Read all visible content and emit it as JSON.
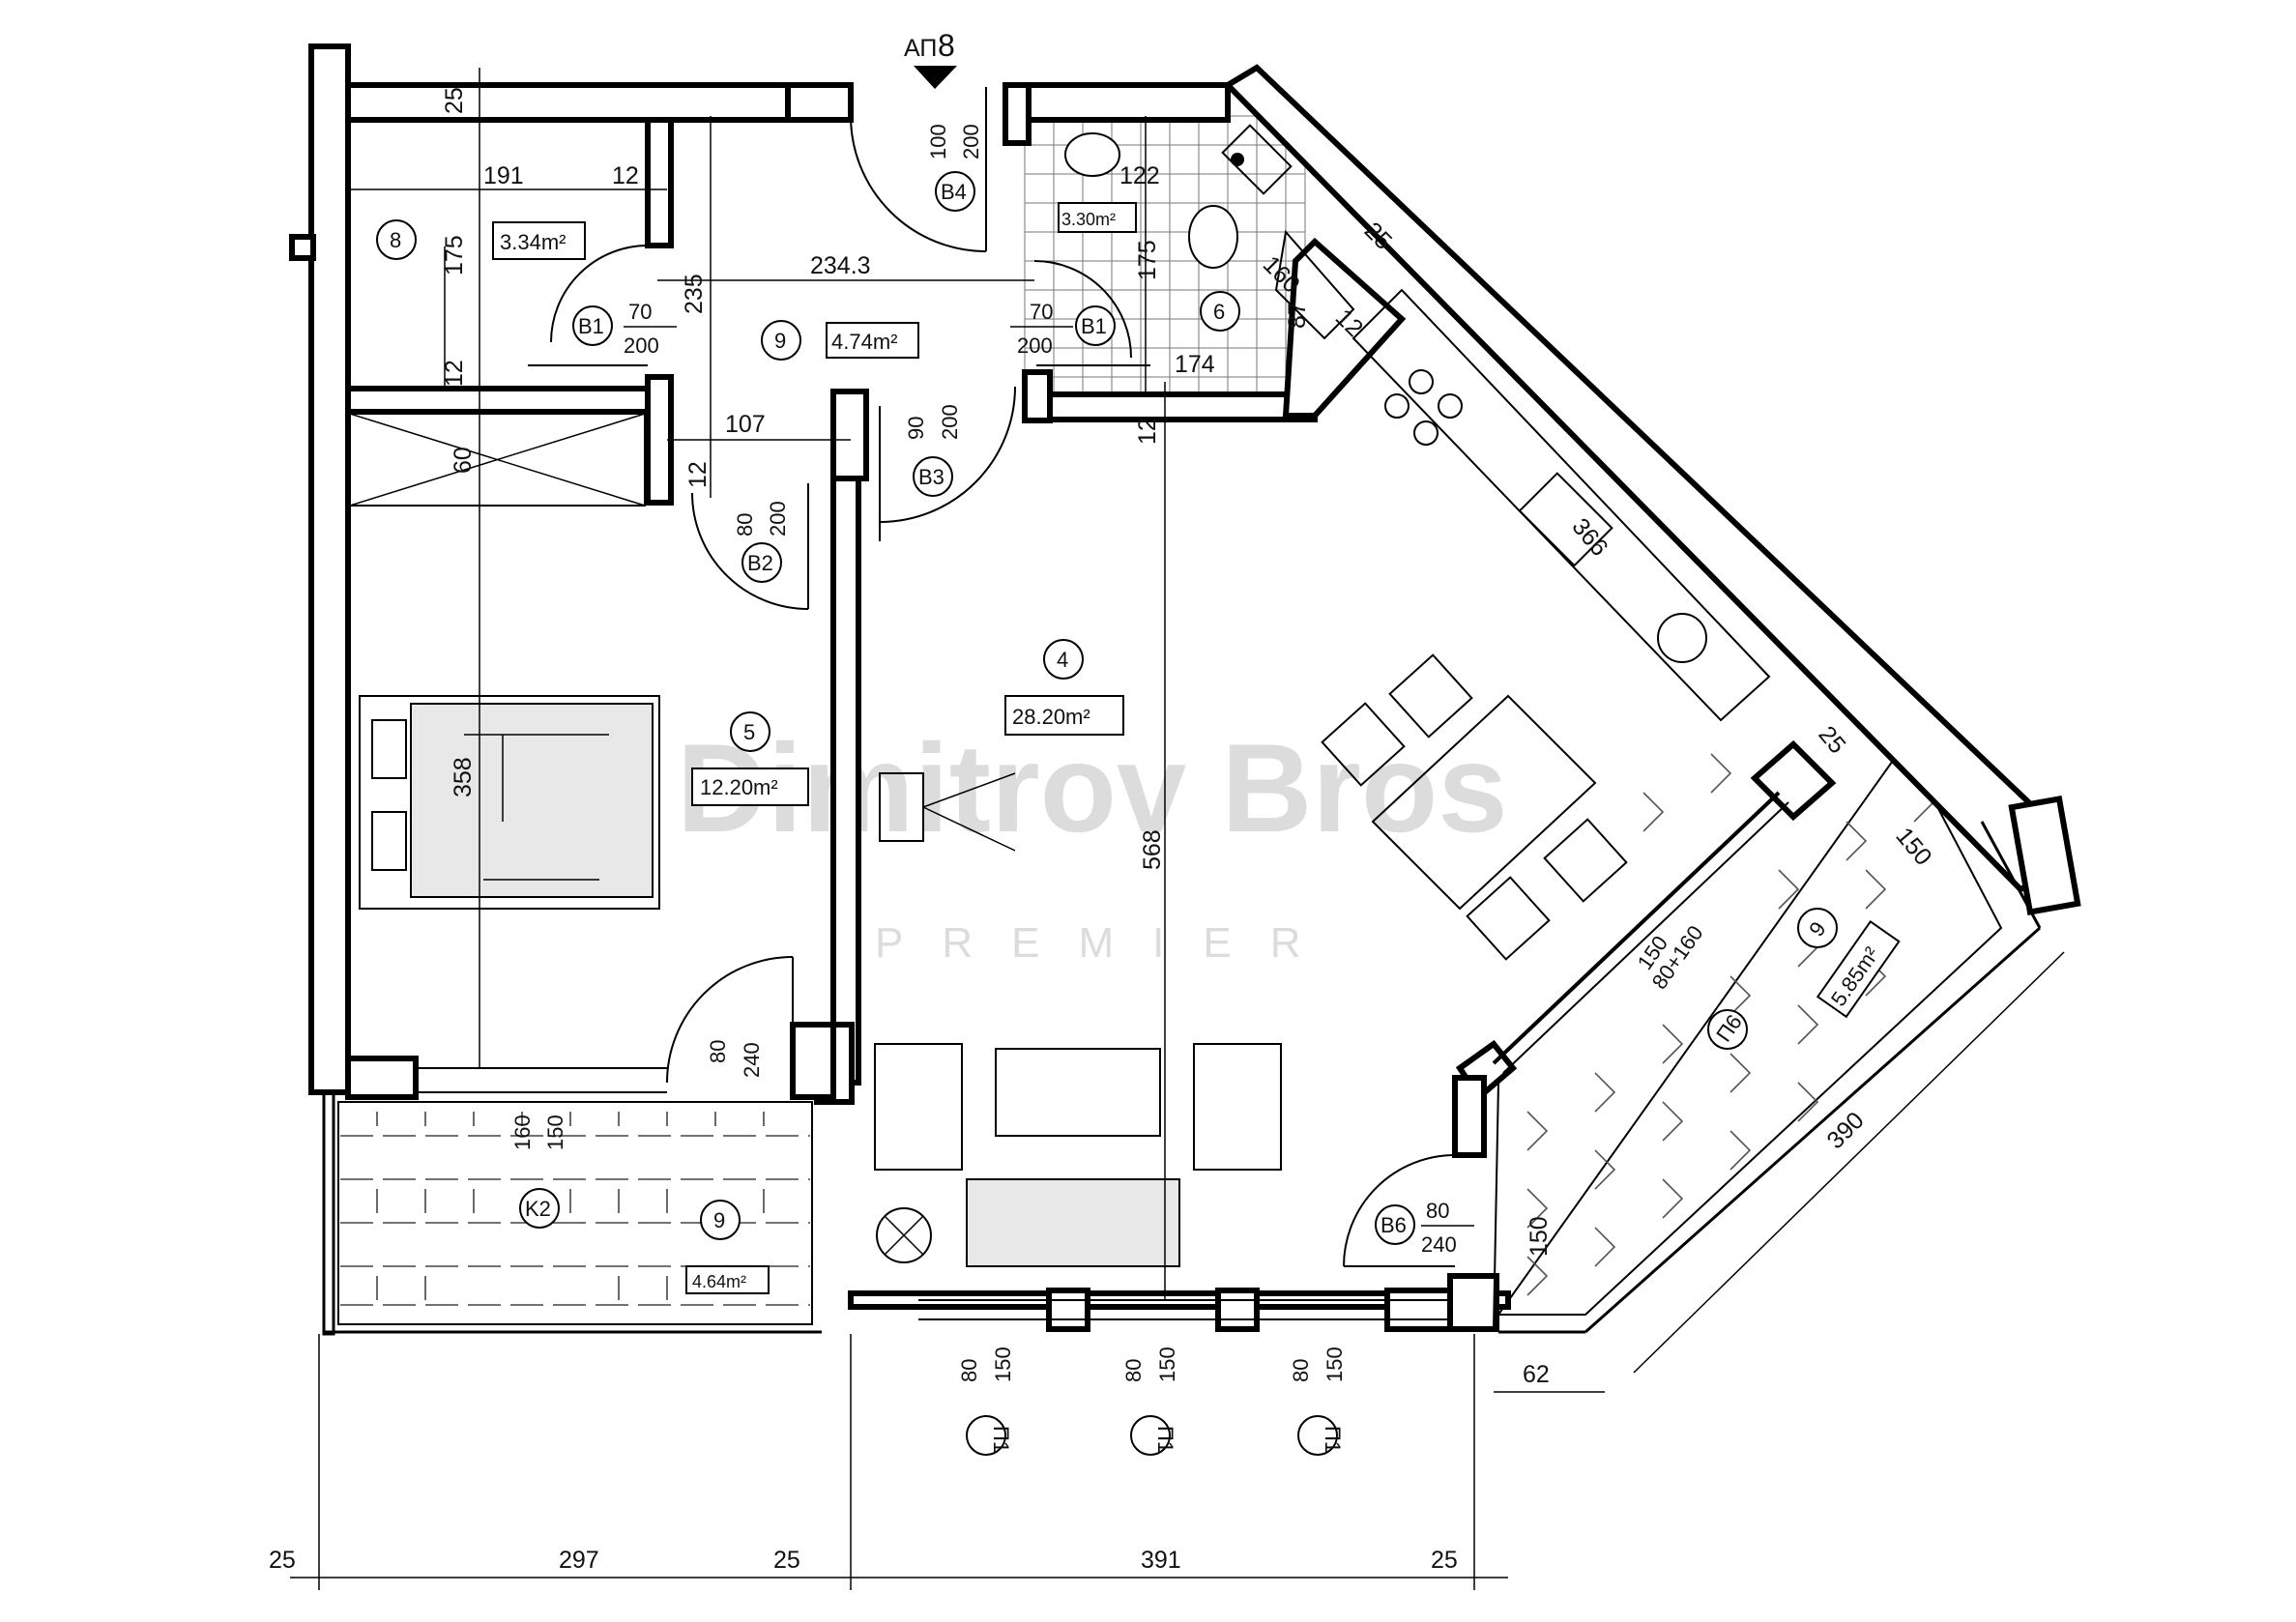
{
  "apartment": {
    "prefix": "АП",
    "number": "8"
  },
  "watermark": {
    "main": "Dimitrov Bros",
    "sub": "PREMIER"
  },
  "rooms": {
    "wc_small": {
      "number": "8",
      "area": "3.34m²"
    },
    "hall": {
      "number": "9",
      "area": "4.74m²"
    },
    "bath": {
      "number": "6",
      "area": "3.30m²"
    },
    "living": {
      "number": "4",
      "area": "28.20m²"
    },
    "bedroom": {
      "number": "5",
      "area": "12.20m²"
    },
    "terrace_left": {
      "number": "9",
      "area": "4.64m²"
    },
    "terrace_right": {
      "number": "9",
      "area": "5.85m²"
    }
  },
  "doors": {
    "b1_left": {
      "tag": "B1",
      "w": "70",
      "h": "200"
    },
    "b1_right": {
      "tag": "B1",
      "w": "70",
      "h": "200"
    },
    "b2": {
      "tag": "B2",
      "w": "80",
      "h": "200"
    },
    "b3": {
      "tag": "B3",
      "w": "90",
      "h": "200"
    },
    "b4": {
      "tag": "B4",
      "w": "100",
      "h": "200"
    },
    "b6": {
      "tag": "B6",
      "w": "80",
      "h": "240"
    },
    "bedroom_balcony": {
      "w": "80",
      "h": "240"
    },
    "k2": {
      "tag": "K2",
      "w": "160",
      "h": "150"
    },
    "p6": {
      "tag": "П6",
      "spec": "80+160",
      "h": "150"
    }
  },
  "windows": [
    {
      "tag": "П1",
      "w": "80",
      "h": "150"
    },
    {
      "tag": "П1",
      "w": "80",
      "h": "150"
    },
    {
      "tag": "П1",
      "w": "80",
      "h": "150"
    }
  ],
  "dimensions": {
    "top_25": "25",
    "d191": "191",
    "d12a": "12",
    "d175": "175",
    "d12b": "12",
    "d235": "235",
    "d234_3": "234.3",
    "d122": "122",
    "d175b": "175",
    "d160": "160",
    "d87": "87",
    "d12c": "12",
    "d174": "174",
    "d25r": "25",
    "d107": "107",
    "d12d": "12",
    "d12e": "12",
    "d60": "60",
    "d358": "358",
    "d568": "568",
    "d366": "366",
    "d25s": "25",
    "d150a": "150",
    "d150b": "150",
    "d390": "390",
    "d62": "62",
    "bottom": [
      "25",
      "297",
      "25",
      "391",
      "25"
    ]
  }
}
